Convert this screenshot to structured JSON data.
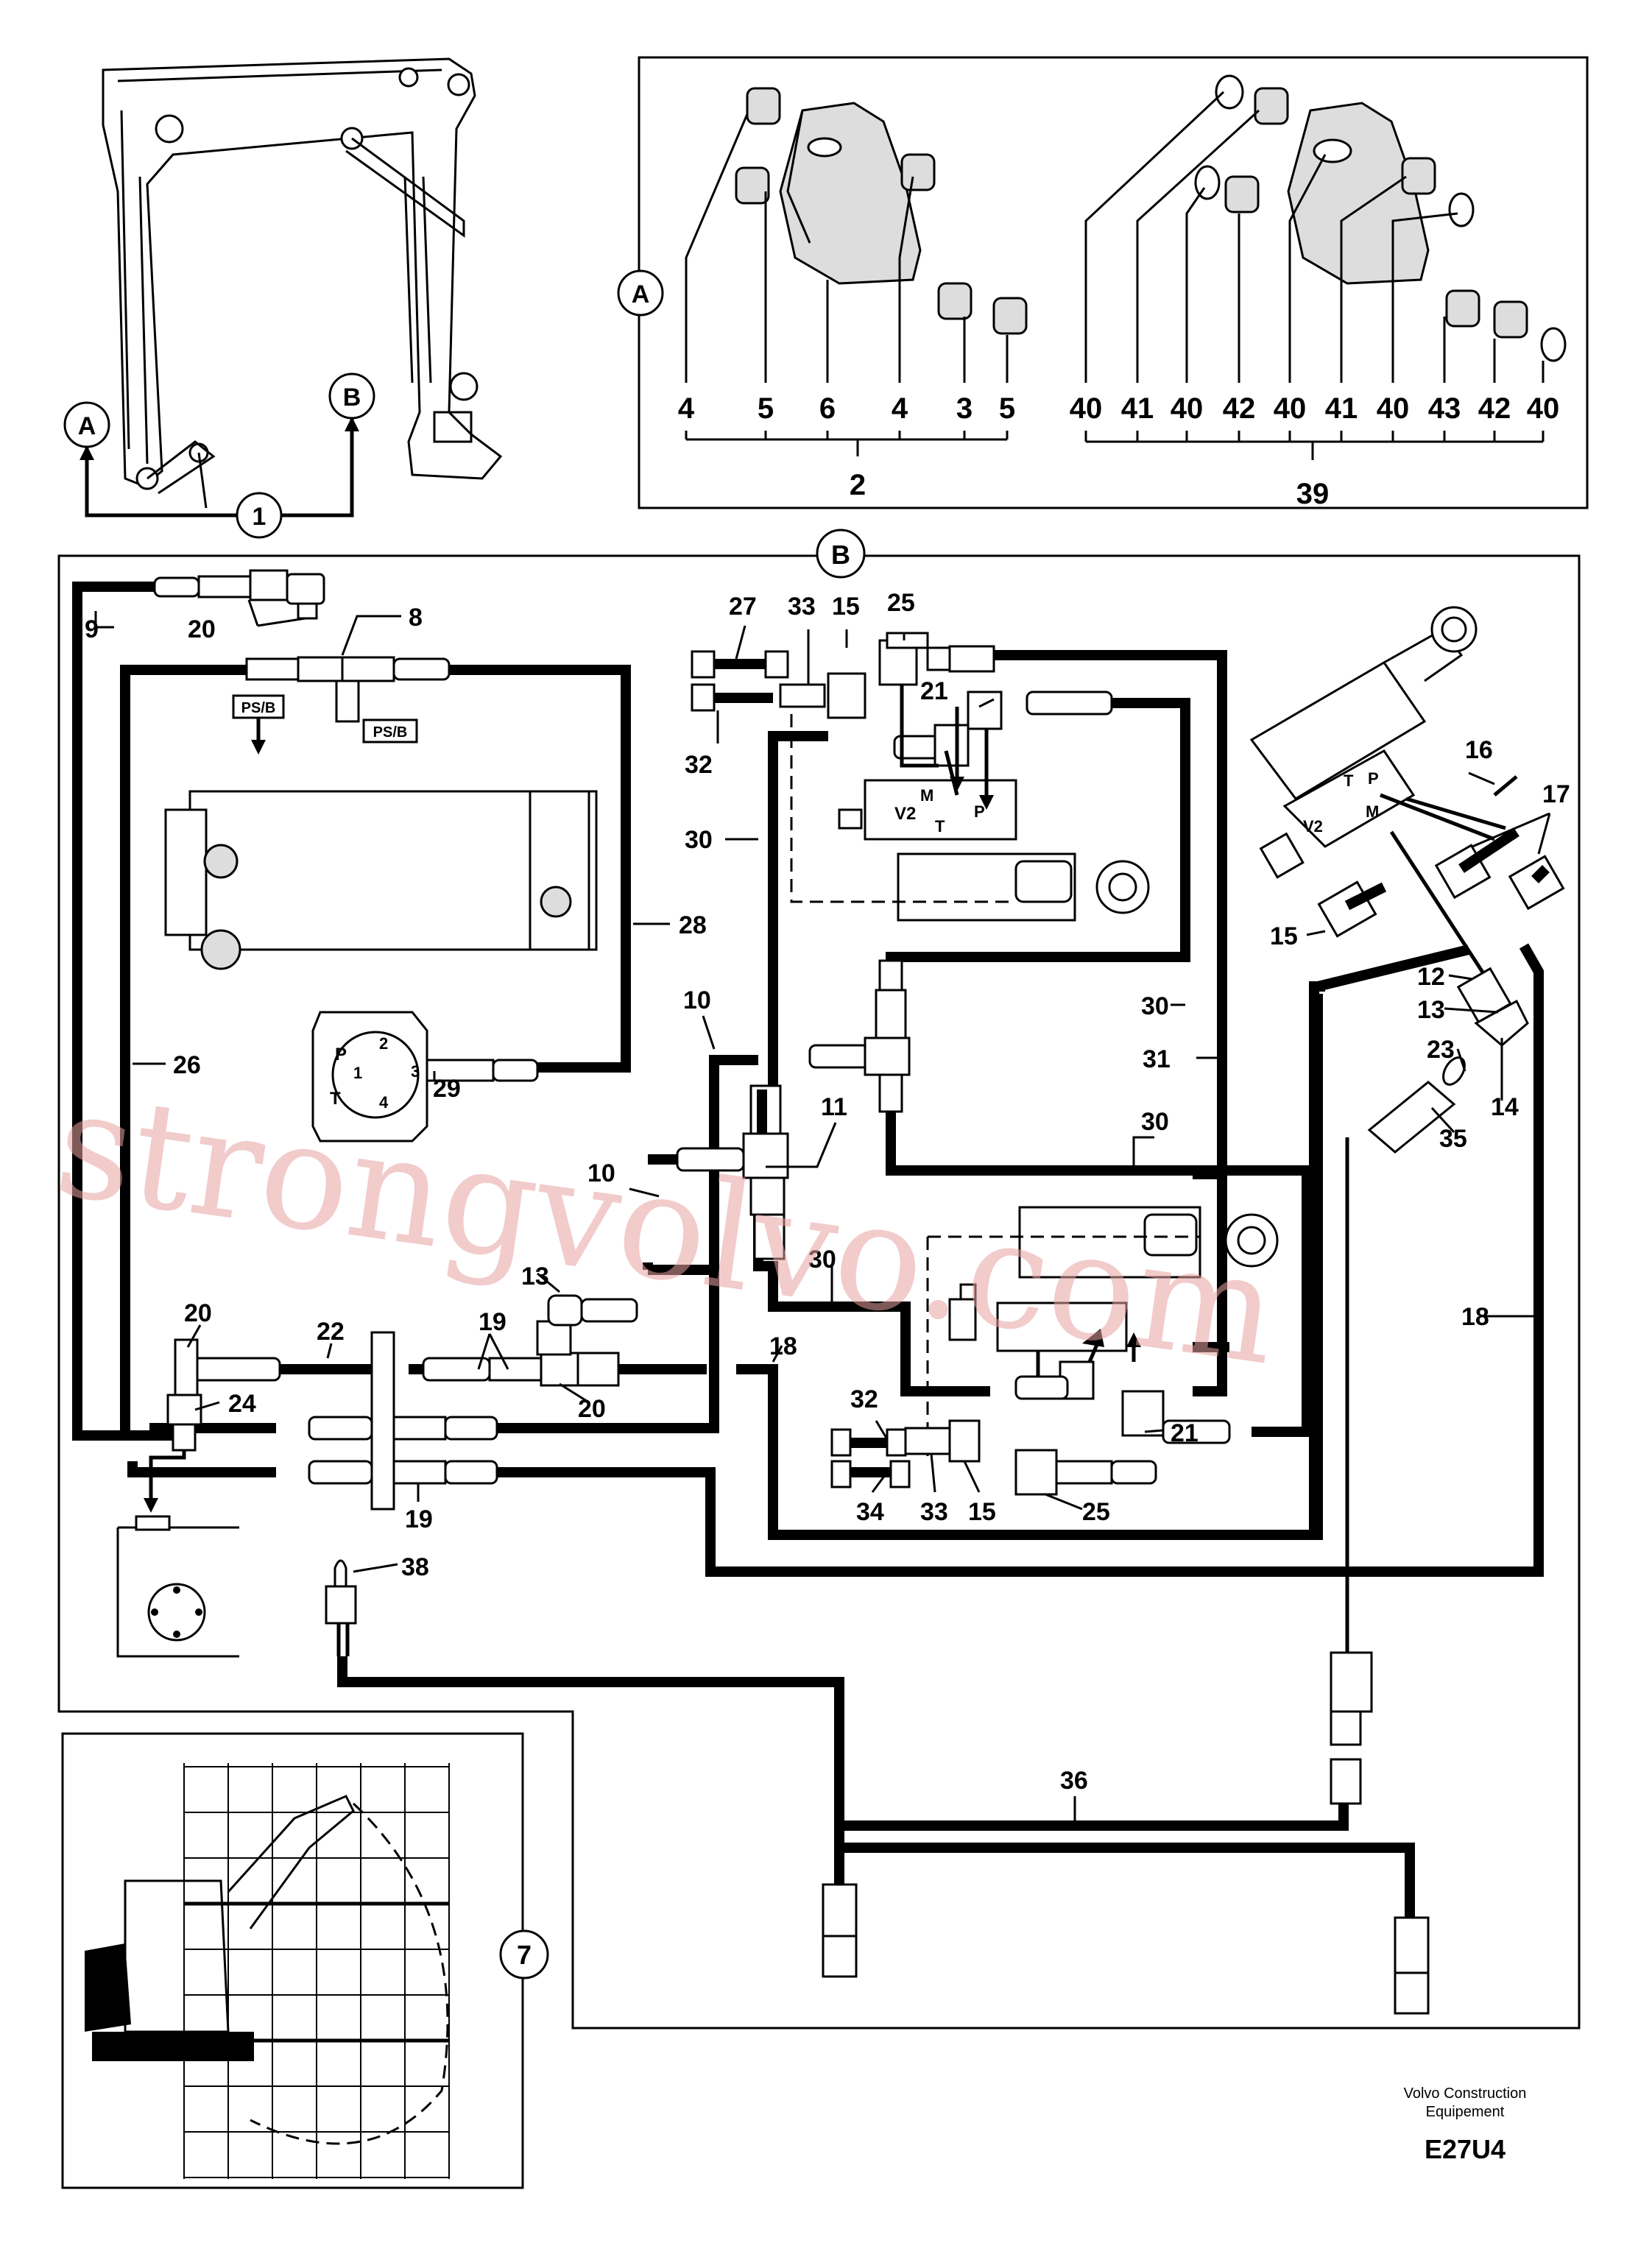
{
  "callouts": {
    "detail_a": "A",
    "detail_b": "B",
    "detail_a_origin": "A",
    "detail_b_origin": "B",
    "main": "1",
    "cab_view": "7"
  },
  "detail_a_parts": [
    "4",
    "5",
    "6",
    "4",
    "3",
    "5"
  ],
  "detail_a_group": "2",
  "detail_b_parts": [
    "40",
    "41",
    "40",
    "42",
    "40",
    "41",
    "40",
    "43",
    "42",
    "40"
  ],
  "detail_b_group": "39",
  "ports": {
    "psb_1": "PS/B",
    "psb_2": "PS/B",
    "pump_p": "P",
    "pump_t": "T",
    "pump_1": "1",
    "pump_2": "2",
    "pump_3": "3",
    "pump_4": "4",
    "valve_v2": "V2",
    "valve_m": "M",
    "valve_t": "T",
    "valve_p": "P"
  },
  "labels": {
    "l9": "9",
    "l20a": "20",
    "l8": "8",
    "l27": "27",
    "l33a": "33",
    "l15a": "15",
    "l25a": "25",
    "l21a": "21",
    "l32a": "32",
    "l30a": "30",
    "l28": "28",
    "l16": "16",
    "l17": "17",
    "l15b": "15",
    "l12": "12",
    "l13a": "13",
    "l23": "23",
    "l14": "14",
    "l35": "35",
    "l26": "26",
    "l10a": "10",
    "l29": "29",
    "l11": "11",
    "l30b": "30",
    "l31": "31",
    "l30c": "30",
    "l10b": "10",
    "l13b": "13",
    "l30d": "30",
    "l18a": "18",
    "l18b": "18",
    "l20b": "20",
    "l22": "22",
    "l19a": "19",
    "l20c": "20",
    "l24": "24",
    "l32b": "32",
    "l21b": "21",
    "l34": "34",
    "l33b": "33",
    "l15c": "15",
    "l25b": "25",
    "l19b": "19",
    "l38": "38",
    "l36": "36"
  },
  "watermark": "strongvolvo.com",
  "credit": {
    "line1": "Volvo Construction",
    "line2": "Equipement",
    "code": "E27U4"
  }
}
